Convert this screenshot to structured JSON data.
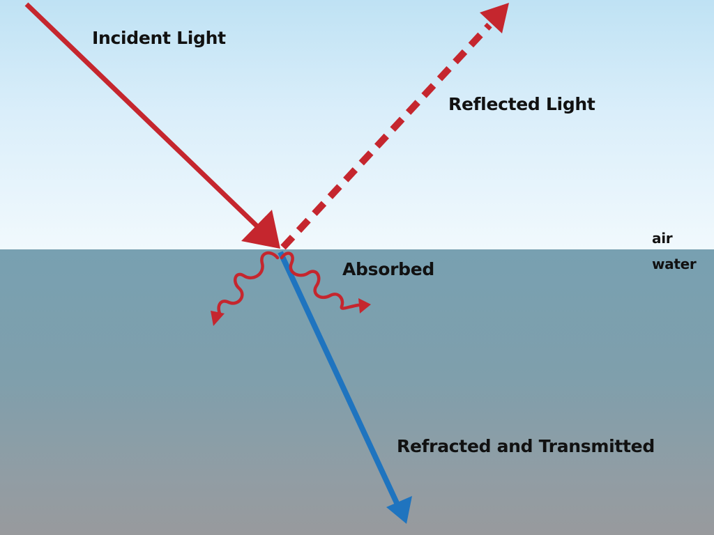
{
  "labels": {
    "incident": "Incident Light",
    "reflected": "Reflected Light",
    "absorbed": "Absorbed",
    "refracted": "Refracted and Transmitted",
    "air": "air",
    "water": "water"
  },
  "colors": {
    "incident_ray": "#c5262e",
    "reflected_ray": "#c5262e",
    "absorbed_ray": "#c5262e",
    "refracted_ray": "#1f74bf",
    "air": "#daeefa",
    "water": "#7f9fac"
  }
}
